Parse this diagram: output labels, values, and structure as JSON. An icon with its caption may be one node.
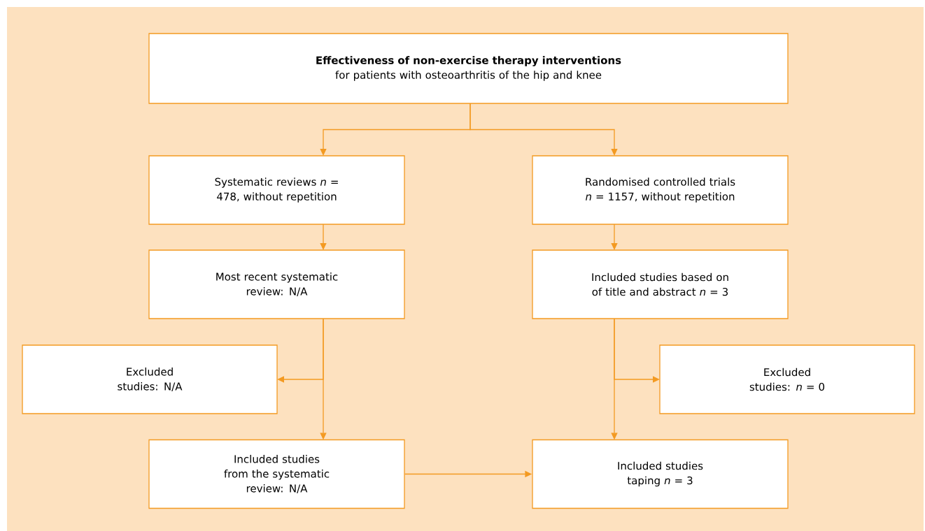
{
  "diagram": {
    "nodes": [
      {
        "text": [
          "Effectiveness of non-exercise therapy interventions",
          "for patients with osteoarthritis of the hip and knee"
        ]
      },
      {
        "text": [
          "Systematic reviews *n* = 478, without repetition"
        ]
      },
      {
        "text": [
          "Randomised controlled trials *n* = 1157, without repetition"
        ]
      },
      {
        "text": [
          "Most recent systematic review: N/A"
        ]
      },
      {
        "text": [
          "Included studies based on of title and abstract *n* = 3"
        ]
      },
      {
        "text": [
          "Excluded studies: N/A"
        ]
      },
      {
        "text": [
          "Excluded studies: *n* = 0"
        ]
      },
      {
        "text": [
          "Included studies from the systematic review: N/A"
        ]
      },
      {
        "text": [
          "Included studies taping *n* = 3"
        ]
      }
    ],
    "edges": [
      {
        "from": 0,
        "to": 1,
        "arrow": "to"
      },
      {
        "from": 0,
        "to": 2,
        "arrow": "to"
      },
      {
        "from": 1,
        "to": 3,
        "arrow": "to"
      },
      {
        "from": 2,
        "to": 4,
        "arrow": "to"
      },
      {
        "from": 3,
        "to": 5,
        "arrow": "to"
      },
      {
        "from": 3,
        "to": 7,
        "arrow": "to"
      },
      {
        "from": 4,
        "to": 6,
        "arrow": "to"
      },
      {
        "from": 4,
        "to": 8,
        "arrow": "to"
      },
      {
        "from": 7,
        "to": 8,
        "arrow": "to"
      }
    ]
  }
}
